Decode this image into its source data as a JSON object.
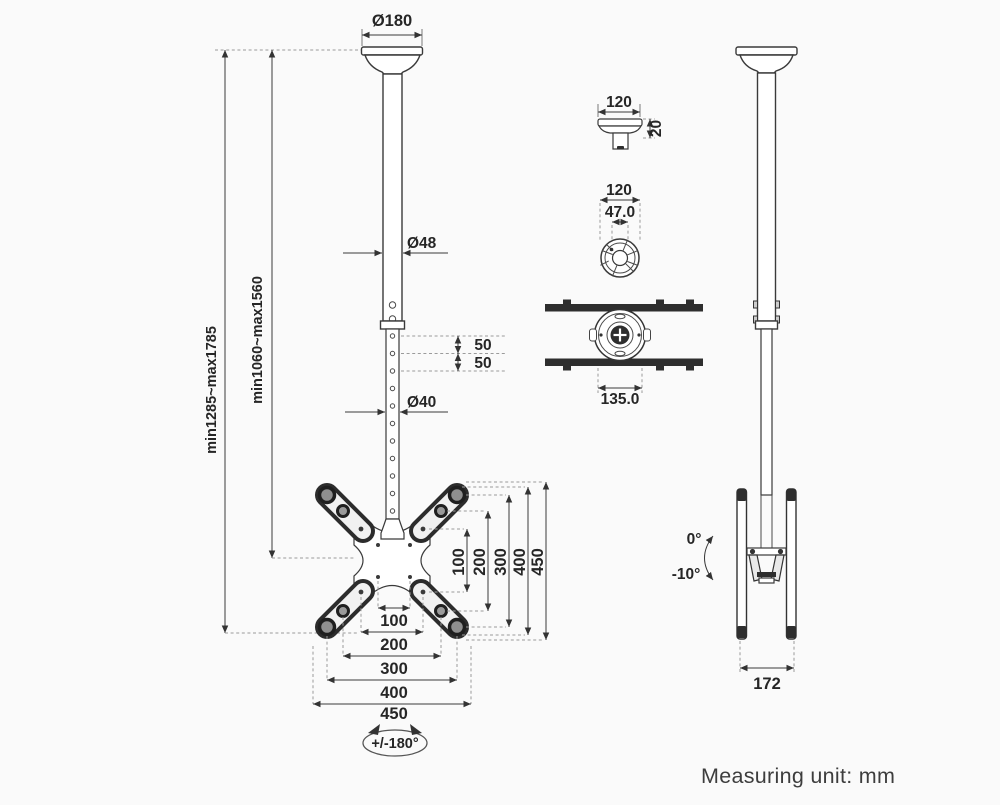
{
  "unit_note": "Measuring unit: mm",
  "front_view": {
    "ceiling_plate_diameter": "Ø180",
    "upper_pole_diameter": "Ø48",
    "lower_pole_diameter": "Ø40",
    "overall_height_range": "min1285~max1785",
    "pole_height_range": "min1060~max1560",
    "hole_pitch_top": "50",
    "hole_pitch_bottom": "50",
    "rotation_range": "+/-180°",
    "vesa_vertical": [
      "100",
      "200",
      "300",
      "400",
      "450"
    ],
    "vesa_horizontal": [
      "100",
      "200",
      "300",
      "400",
      "450"
    ]
  },
  "side_view": {
    "cap_width": "120",
    "cap_height": "20",
    "flange_diameter": "120",
    "flange_inner_diameter": "47.0",
    "hub_width": "135.0",
    "tilt_max": "0°",
    "tilt_min": "-10°",
    "bracket_depth": "172"
  }
}
